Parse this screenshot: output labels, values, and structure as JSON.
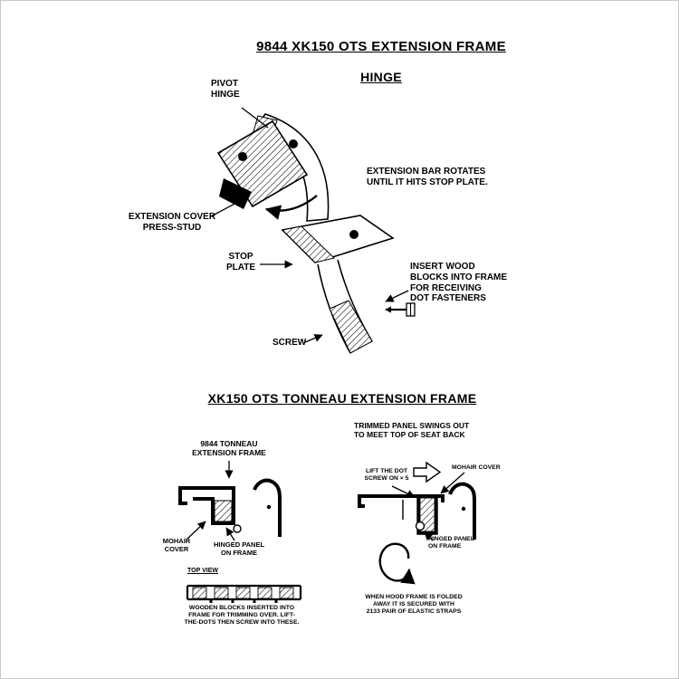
{
  "page": {
    "title": "9844 XK150 OTS EXTENSION FRAME",
    "hinge_heading": "HINGE",
    "tonneau_heading": "XK150 OTS TONNEAU EXTENSION FRAME"
  },
  "hinge": {
    "pivot_hinge": "PIVOT\nHINGE",
    "extension_bar_note": "EXTENSION BAR ROTATES\nUNTIL IT HITS STOP PLATE.",
    "extension_cover": "EXTENSION COVER\nPRESS-STUD",
    "stop_plate": "STOP\nPLATE",
    "insert_wood_note": "INSERT WOOD\nBLOCKS INTO FRAME\nFOR RECEIVING\nDOT FASTENERS",
    "screw": "SCREW"
  },
  "tonneau_left": {
    "frame_label": "9844 TONNEAU\nEXTENSION FRAME",
    "mohair_cover": "MOHAIR\nCOVER",
    "hinged_panel": "HINGED PANEL\nON FRAME",
    "top_view": "TOP VIEW",
    "caption": "WOODEN BLOCKS INSERTED INTO\nFRAME FOR TRIMMING OVER. LIFT-\nTHE-DOTS THEN SCREW INTO THESE."
  },
  "tonneau_right": {
    "swings_out_note": "TRIMMED PANEL SWINGS OUT\nTO MEET TOP OF SEAT BACK",
    "lift_dot": "LIFT THE DOT\nSCREW ON × 5",
    "mohair_cover": "MOHAIR COVER",
    "hinged_panel": "HINGED PANEL\nON FRAME",
    "caption": "WHEN HOOD FRAME IS FOLDED\nAWAY IT IS SECURED WITH\n2133 PAIR OF ELASTIC STRAPS"
  },
  "colors": {
    "ink": "#000000",
    "paper": "#ffffff"
  }
}
